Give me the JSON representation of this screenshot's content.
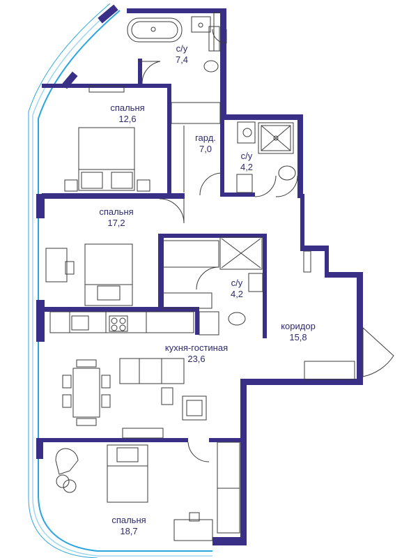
{
  "colors": {
    "wall": "#3a2f86",
    "window": "#2aa6dd",
    "furniture": "#3a3a3a",
    "text": "#2d2a6e"
  },
  "rooms": [
    {
      "key": "bath1",
      "name": "с/у",
      "area": "7,4"
    },
    {
      "key": "bed1",
      "name": "спальня",
      "area": "12,6"
    },
    {
      "key": "wardrobe",
      "name": "гард.",
      "area": "7,0"
    },
    {
      "key": "bath2",
      "name": "с/у",
      "area": "4,2"
    },
    {
      "key": "bed2",
      "name": "спальня",
      "area": "17,2"
    },
    {
      "key": "bath3",
      "name": "с/у",
      "area": "4,2"
    },
    {
      "key": "corridor",
      "name": "коридор",
      "area": "15,8"
    },
    {
      "key": "living",
      "name": "кухня-гостиная",
      "area": "23,6"
    },
    {
      "key": "bed3",
      "name": "спальня",
      "area": "18,7"
    }
  ]
}
